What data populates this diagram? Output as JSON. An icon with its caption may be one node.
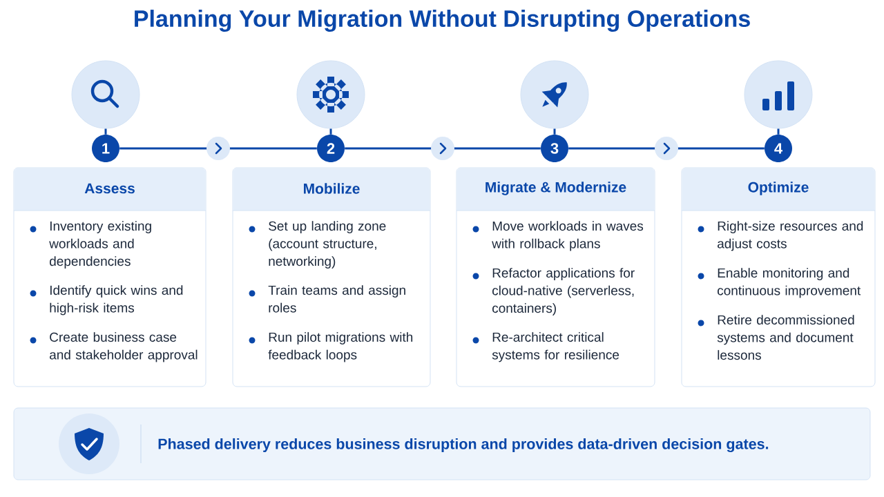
{
  "diagram": {
    "title": "Planning Your Migration Without Disrupting Operations",
    "nodes": [
      {
        "text": [],
        "shape": "circle"
      },
      {
        "text": [],
        "shape": "circle"
      },
      {
        "text": [],
        "shape": "circle"
      },
      {
        "text": [],
        "shape": "circle"
      },
      {
        "text": [
          "1"
        ]
      },
      {
        "text": [
          "2"
        ]
      },
      {
        "text": [
          "3"
        ]
      },
      {
        "text": [
          "4"
        ]
      },
      {
        "text": [
          "Assess",
          "Inventory existing workloads and dependencies",
          "Identify quick wins and high-risk items",
          "Create business case and stakeholder approval"
        ]
      },
      {
        "text": [
          "Mobilize",
          "Set up landing zone (account structure, networking)",
          "Train teams and assign roles",
          "Run pilot migrations with feedback loops"
        ]
      },
      {
        "text": [
          "Migrate & Modernize",
          "Move workloads in waves with rollback plans",
          "Refactor applications for cloud-native (serverless, containers)",
          "Re-architect critical systems for resilience"
        ]
      },
      {
        "text": [
          "Optimize",
          "Right-size resources and adjust costs",
          "Enable monitoring and continuous improvement",
          "Retire decommissioned systems and document lessons"
        ]
      },
      {
        "text": [
          "Phased delivery reduces business disruption and provides data-driven decision gates."
        ]
      }
    ],
    "edges": [
      {
        "from": 0,
        "to": 4,
        "arrow": "none"
      },
      {
        "from": 1,
        "to": 5,
        "arrow": "none"
      },
      {
        "from": 2,
        "to": 6,
        "arrow": "none"
      },
      {
        "from": 3,
        "to": 7,
        "arrow": "none"
      },
      {
        "from": 4,
        "to": 5,
        "arrow": "to"
      },
      {
        "from": 5,
        "to": 6,
        "arrow": "to"
      },
      {
        "from": 6,
        "to": 7,
        "arrow": "to"
      }
    ]
  }
}
